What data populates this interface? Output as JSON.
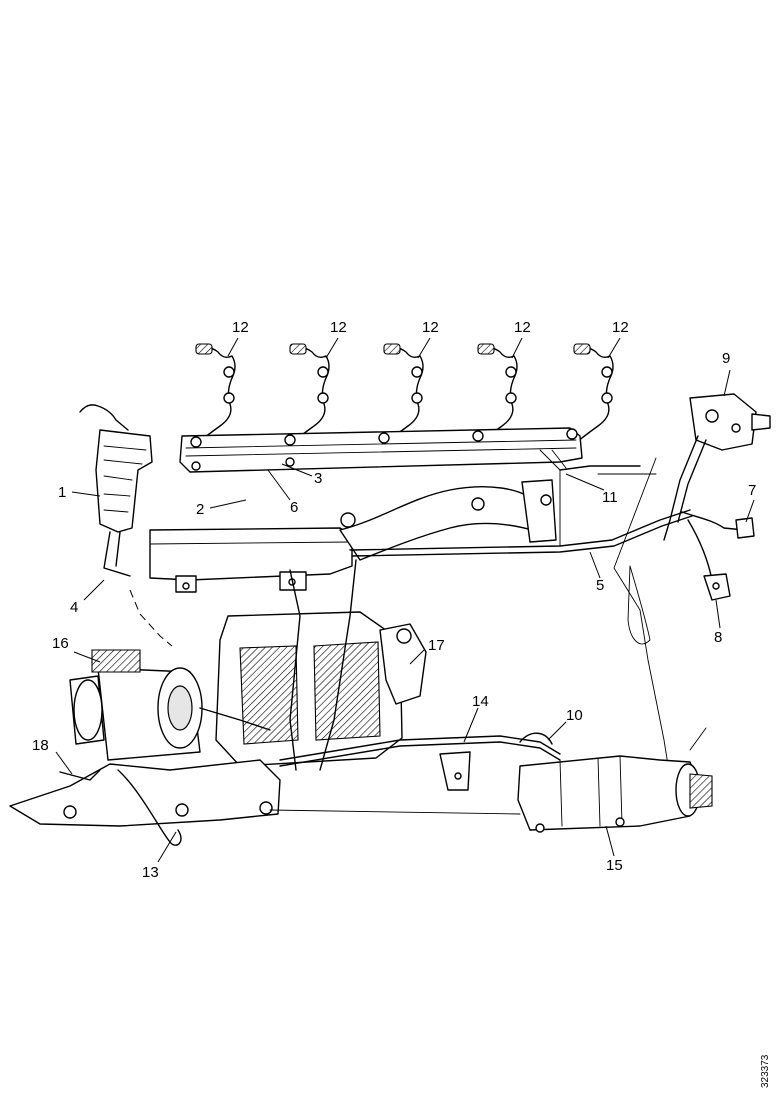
{
  "callouts": {
    "c1": "1",
    "c2": "2",
    "c3": "3",
    "c4": "4",
    "c5": "5",
    "c6": "6",
    "c7": "7",
    "c8": "8",
    "c9": "9",
    "c10": "10",
    "c11": "11",
    "c12": "12",
    "c13": "13",
    "c14": "14",
    "c15": "15",
    "c16": "16",
    "c17": "17",
    "c18": "18"
  },
  "reference_code": "323373"
}
